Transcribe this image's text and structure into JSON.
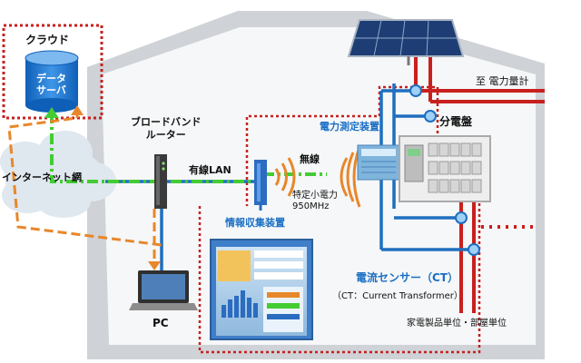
{
  "cloud_box": {
    "title": "クラウド",
    "server_label": "データ\nサーバ"
  },
  "internet": {
    "label": "インターネット網"
  },
  "router": {
    "label": "ブロードバンド\nルーター"
  },
  "wired_lan": {
    "label": "有線LAN"
  },
  "wireless": {
    "label": "無線",
    "spec": "特定小電力\n950MHz"
  },
  "collector": {
    "label": "情報収集装置"
  },
  "measurement_device": {
    "label": "電力測定装置"
  },
  "panel": {
    "label": "分電盤"
  },
  "meter": {
    "label": "至 電力量計"
  },
  "ct_sensor": {
    "label": "電流センサー（CT）",
    "note": "（CT：Current Transformer）"
  },
  "pc": {
    "label": "PC"
  },
  "unit": {
    "label": "家電製品単位・部屋単位"
  },
  "colors": {
    "dotted_border": "#c8201e",
    "wired_line": "#1f6fbf",
    "internet_line": "#44cc33",
    "pc_line": "#e8872a",
    "power_line": "#c8201e",
    "house_fill": "#cfd2d6",
    "cloud_fill": "#dfe7ef"
  }
}
